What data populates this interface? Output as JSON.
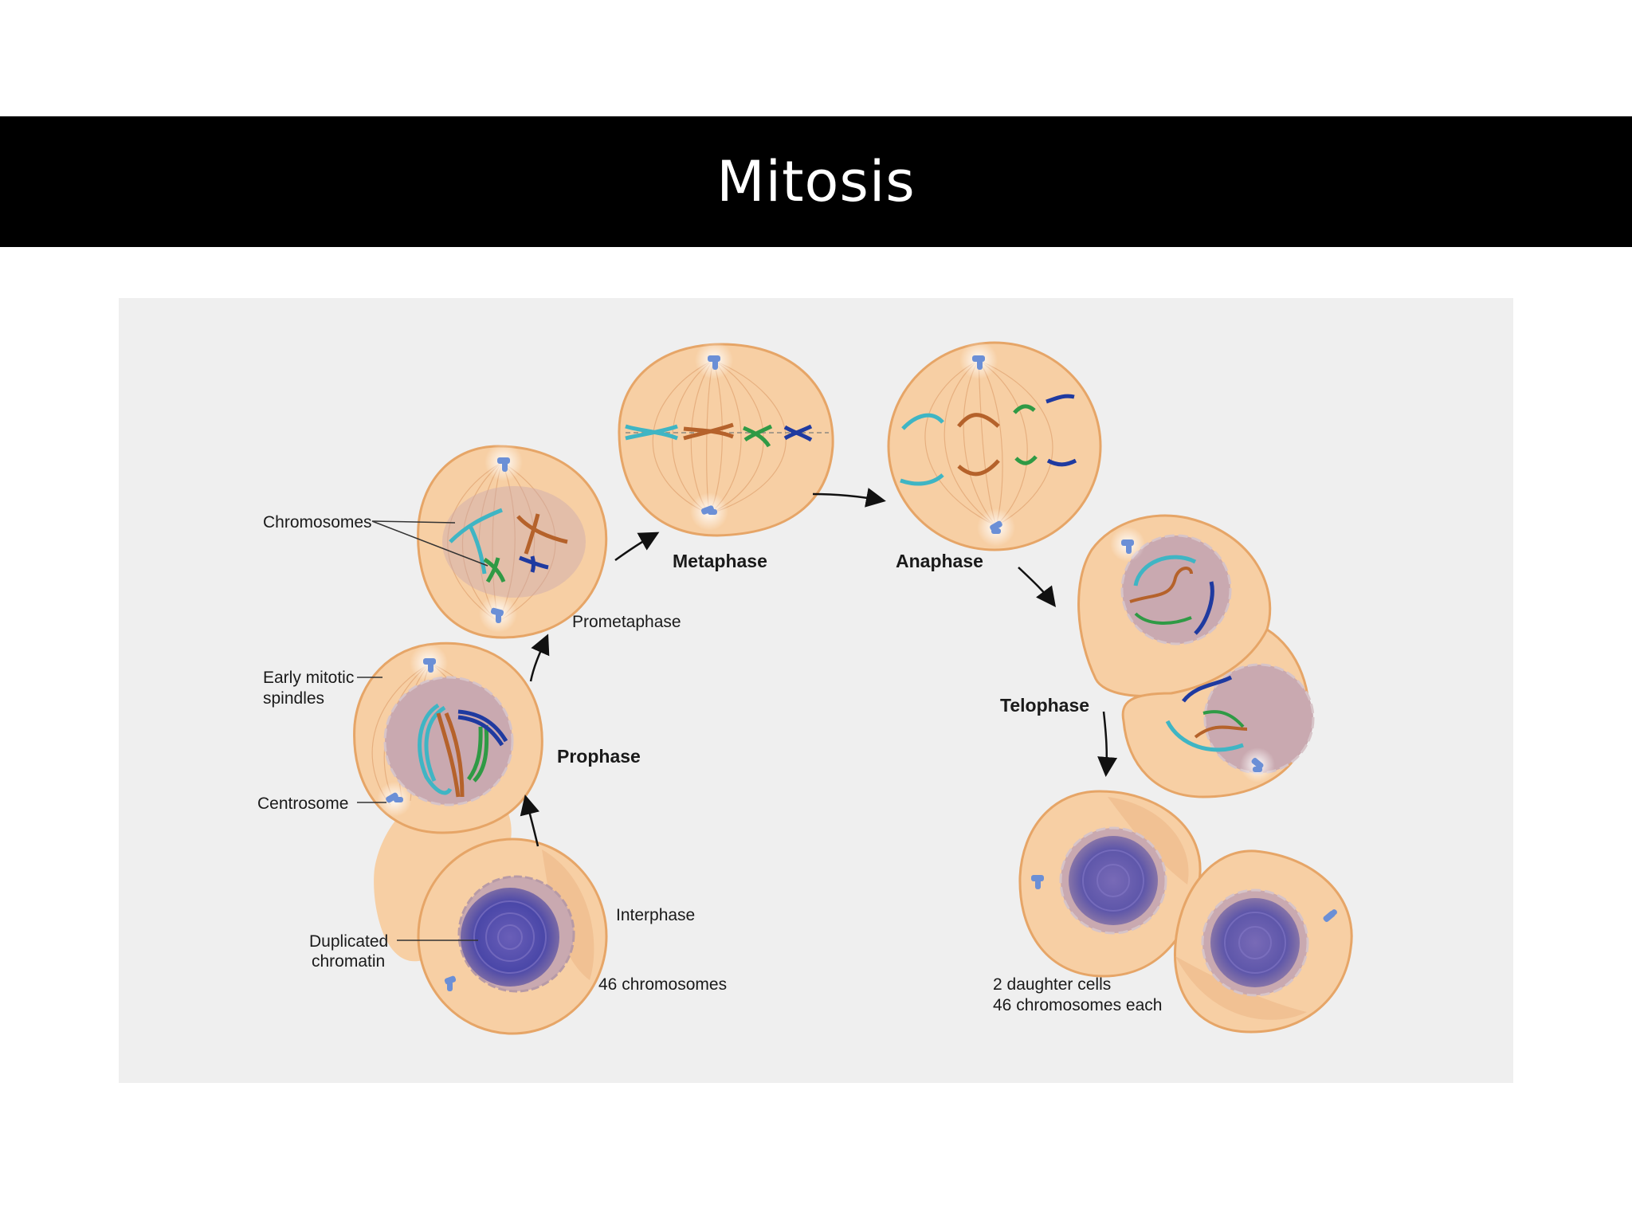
{
  "slide": {
    "title": "Mitosis"
  },
  "diagram": {
    "phases": {
      "interphase": "Interphase",
      "prophase": "Prophase",
      "prometaphase": "Prometaphase",
      "metaphase": "Metaphase",
      "anaphase": "Anaphase",
      "telophase": "Telophase"
    },
    "labels": {
      "chromosomes": "Chromosomes",
      "early_spindles_line1": "Early mitotic",
      "early_spindles_line2": "spindles",
      "centrosome": "Centrosome",
      "dup_chromatin_line1": "Duplicated",
      "dup_chromatin_line2": "chromatin",
      "chromosome_count": "46 chromosomes",
      "daughters_line1": "2 daughter cells",
      "daughters_line2": "46 chromosomes each"
    },
    "colors": {
      "cell_fill": "#f7cfa4",
      "cell_stroke": "#e6a567",
      "nucleus": "#c9a9b0",
      "chromatin": "#5a55b0",
      "centrosome": "#6b8fd6",
      "teal": "#3fb5c4",
      "orange": "#b5622b",
      "green": "#2f9a45",
      "navy": "#1f3aa0"
    }
  }
}
